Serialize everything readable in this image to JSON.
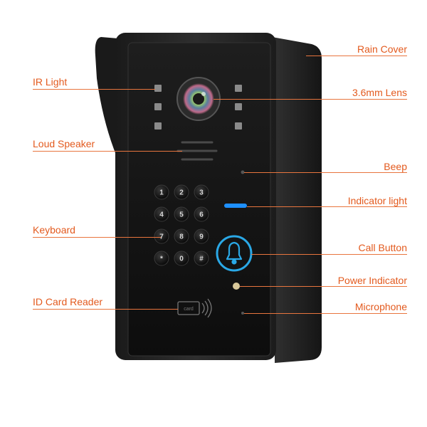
{
  "labels": {
    "rain_cover": "Rain Cover",
    "ir_light": "IR Light",
    "lens": "3.6mm Lens",
    "loud_speaker": "Loud Speaker",
    "beep": "Beep",
    "indicator_light": "Indicator light",
    "keyboard": "Keyboard",
    "call_button": "Call Button",
    "power_indicator": "Power Indicator",
    "id_card_reader": "ID Card Reader",
    "microphone": "Microphone"
  },
  "keypad": {
    "keys": [
      "1",
      "2",
      "3",
      "4",
      "5",
      "6",
      "7",
      "8",
      "9",
      "*",
      "0",
      "#"
    ]
  },
  "card_reader": {
    "mark": "card"
  },
  "colors": {
    "label_text": "#e35a1e",
    "leader_line": "#e8753e",
    "panel": "#141414",
    "frame": "#2a2a2a",
    "indicator_blue": "#1e90ff",
    "call_button_blue": "#2aa8e6"
  }
}
